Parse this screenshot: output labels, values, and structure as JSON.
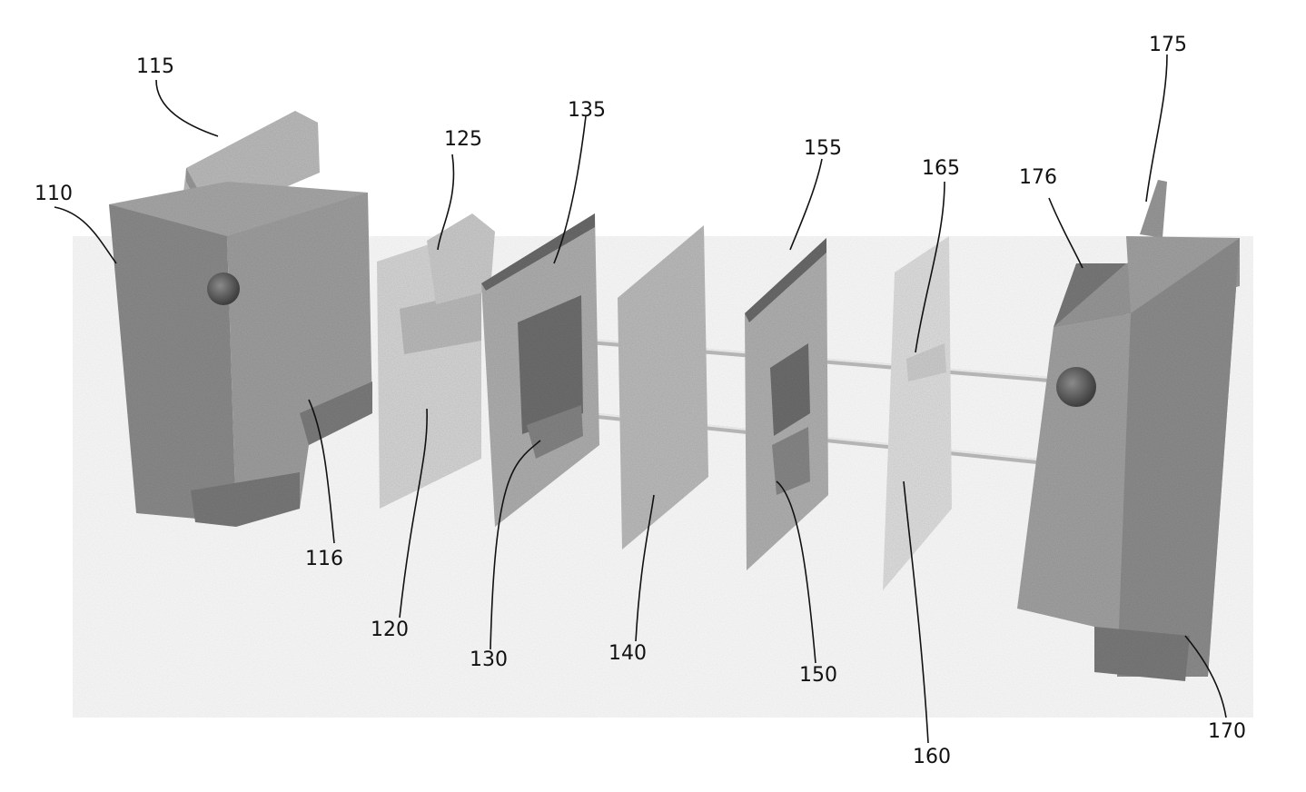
{
  "figure": {
    "labels": {
      "l110": "110",
      "l115": "115",
      "l116": "116",
      "l120": "120",
      "l125": "125",
      "l130": "130",
      "l135": "135",
      "l140": "140",
      "l150": "150",
      "l155": "155",
      "l160": "160",
      "l165": "165",
      "l170": "170",
      "l175": "175",
      "l176": "176"
    },
    "colors": {
      "end_block": "#8f8f8f",
      "end_block_dark": "#6f6f6f",
      "plate_gray": "#a8a8a8",
      "plate_light": "#cfcfcf",
      "gasket_light": "#dcdcdc",
      "port": "#555555"
    }
  }
}
